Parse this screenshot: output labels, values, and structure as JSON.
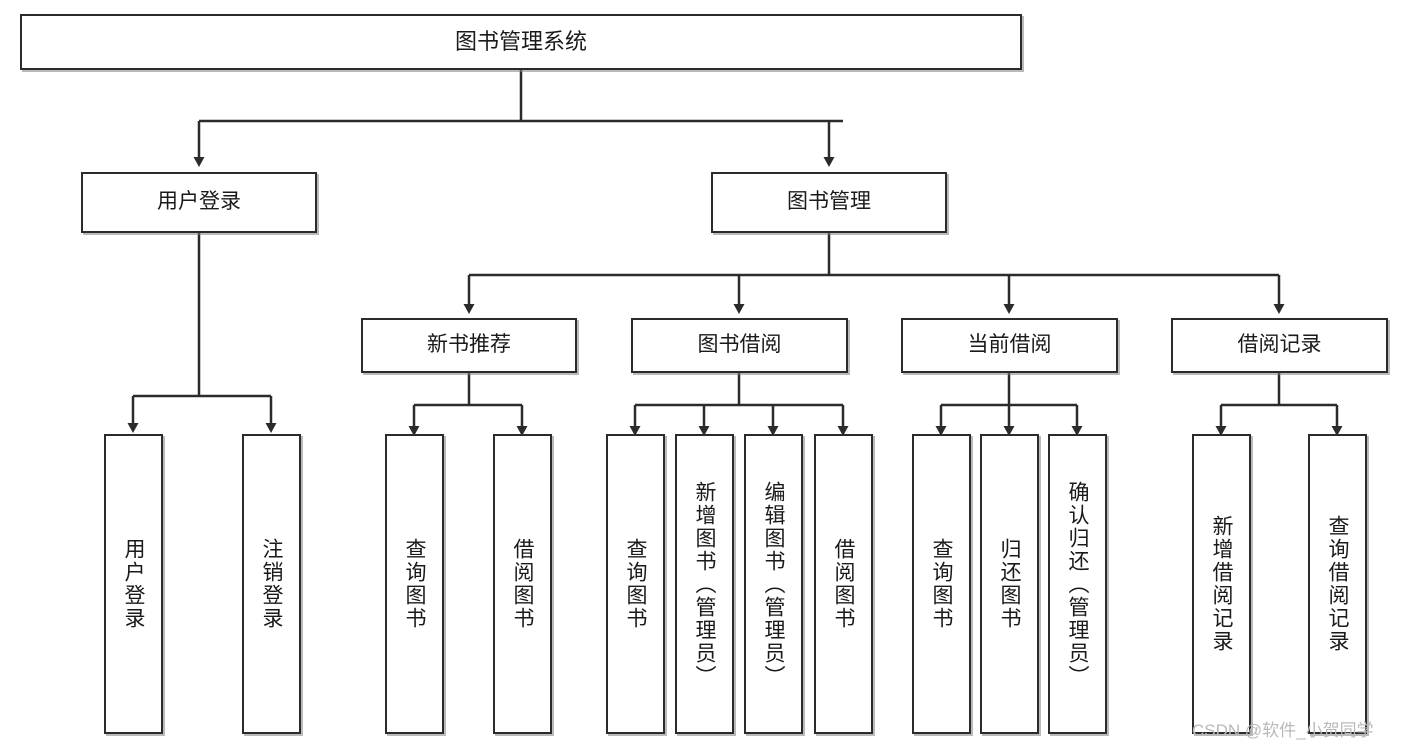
{
  "diagram": {
    "title": "图书管理系统",
    "type": "tree-hierarchy-chart",
    "orientation": "top-down",
    "colors": {
      "box_border": "#2b2b2b",
      "box_fill": "#ffffff",
      "connector": "#2b2b2b",
      "background": "#ffffff",
      "watermark": "#b9b9b9"
    }
  },
  "nodes": {
    "root": {
      "label": "图书管理系统"
    },
    "level2": [
      {
        "id": "user-login",
        "label": "用户登录"
      },
      {
        "id": "book-management",
        "label": "图书管理"
      }
    ],
    "level3": [
      {
        "id": "new-book-recommend",
        "label": "新书推荐"
      },
      {
        "id": "book-borrow",
        "label": "图书借阅"
      },
      {
        "id": "current-borrow",
        "label": "当前借阅"
      },
      {
        "id": "borrow-record",
        "label": "借阅记录"
      }
    ],
    "leaves": {
      "user_login": [
        {
          "id": "leaf-user-login",
          "label": "用户登录"
        },
        {
          "id": "leaf-logout",
          "label": "注销登录"
        }
      ],
      "new_book_recommend": [
        {
          "id": "leaf-query-book-1",
          "label": "查询图书"
        },
        {
          "id": "leaf-borrow-book-1",
          "label": "借阅图书"
        }
      ],
      "book_borrow": [
        {
          "id": "leaf-query-book-2",
          "label": "查询图书"
        },
        {
          "id": "leaf-add-book",
          "label": "新增图书（管理员）"
        },
        {
          "id": "leaf-edit-book",
          "label": "编辑图书（管理员）"
        },
        {
          "id": "leaf-borrow-book-2",
          "label": "借阅图书"
        }
      ],
      "current_borrow": [
        {
          "id": "leaf-query-book-3",
          "label": "查询图书"
        },
        {
          "id": "leaf-return-book",
          "label": "归还图书"
        },
        {
          "id": "leaf-confirm-return",
          "label": "确认归还（管理员）"
        }
      ],
      "borrow_record": [
        {
          "id": "leaf-add-record",
          "label": "新增借阅记录"
        },
        {
          "id": "leaf-query-record",
          "label": "查询借阅记录"
        }
      ]
    }
  },
  "watermark": {
    "text": "CSDN @软件_小贺同学"
  }
}
